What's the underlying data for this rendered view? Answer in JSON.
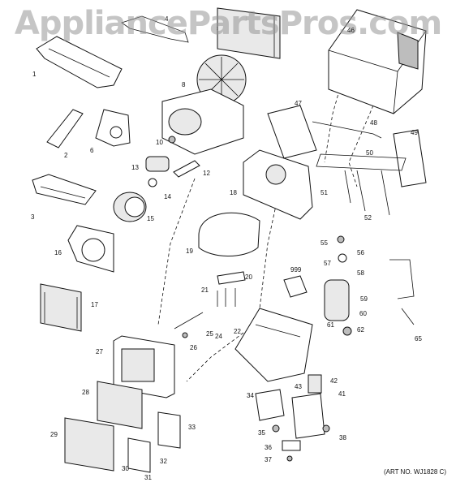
{
  "watermark": "AppliancePartsPros.com",
  "art_number": "(ART NO. WJ1828 C)",
  "callouts": [
    "1",
    "2",
    "3",
    "4",
    "6",
    "8",
    "10",
    "12",
    "13",
    "14",
    "15",
    "16",
    "17",
    "18",
    "19",
    "20",
    "21",
    "22",
    "24",
    "25",
    "26",
    "27",
    "28",
    "29",
    "30",
    "31",
    "32",
    "33",
    "34",
    "35",
    "36",
    "37",
    "38",
    "41",
    "42",
    "43",
    "46",
    "47",
    "48",
    "49",
    "50",
    "51",
    "52",
    "55",
    "56",
    "57",
    "58",
    "59",
    "60",
    "61",
    "62",
    "65",
    "999"
  ],
  "colors": {
    "line": "#111111",
    "watermark": "#969696",
    "background": "#ffffff"
  }
}
